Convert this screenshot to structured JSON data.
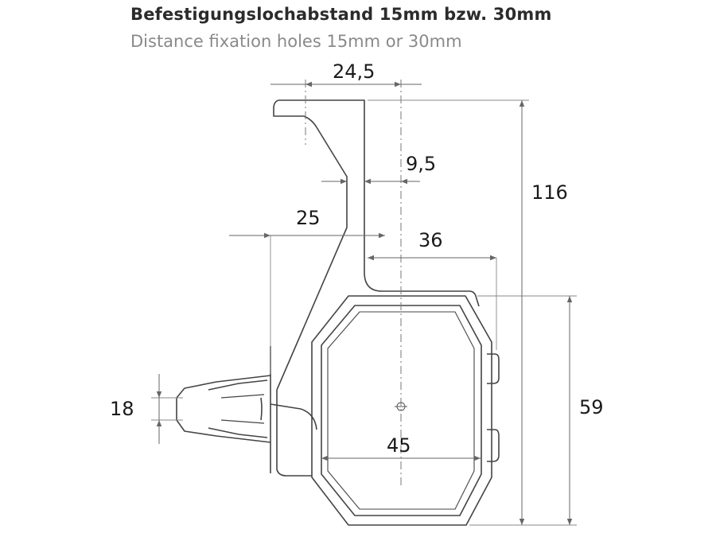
{
  "title_de": "Befestigungslochabstand 15mm bzw. 30mm",
  "title_en": "Distance fixation holes 15mm or 30mm",
  "dimensions": {
    "d_24_5": "24,5",
    "d_9_5": "9,5",
    "d_25": "25",
    "d_36": "36",
    "d_116": "116",
    "d_59": "59",
    "d_18": "18",
    "d_45": "45"
  },
  "colors": {
    "outline": "#444444",
    "dim_line": "#666666",
    "text": "#1a1a1a"
  }
}
